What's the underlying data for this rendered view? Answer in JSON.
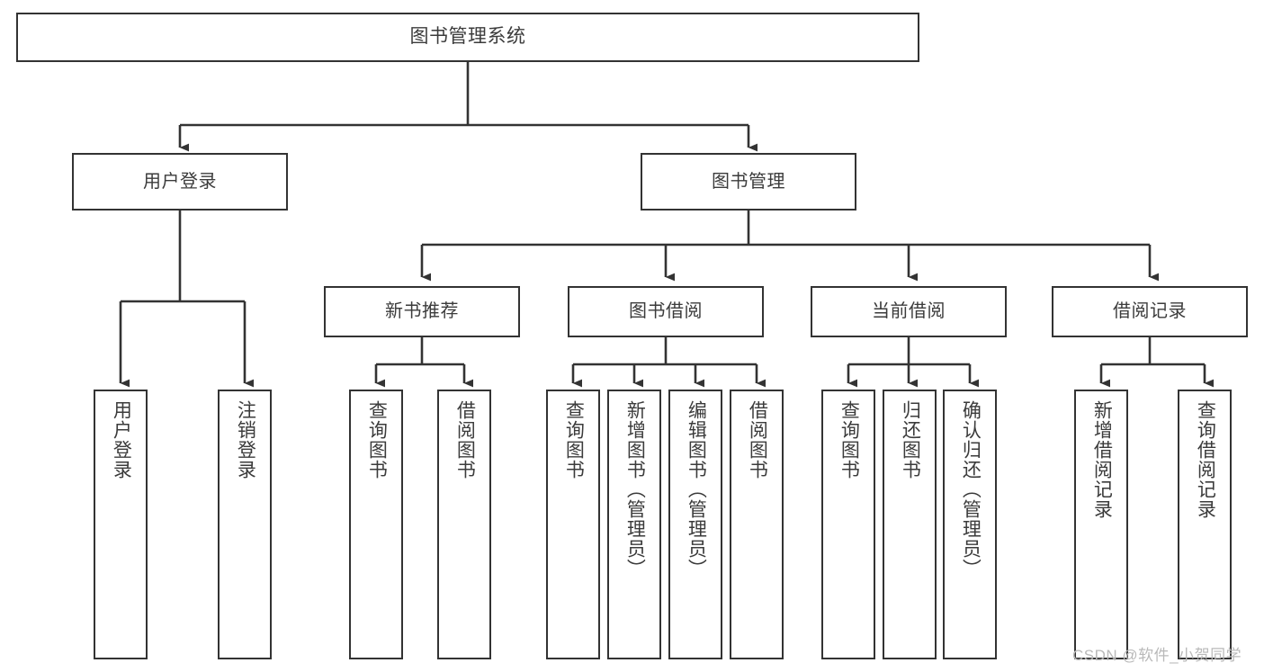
{
  "diagram": {
    "title": "图书管理系统",
    "type": "tree-hierarchy-diagram",
    "colors": {
      "background": "#ffffff",
      "box_border": "#333333",
      "box_fill": "#ffffff",
      "connector": "#333333",
      "text": "#3b3b3b",
      "watermark": "#b9b9b9"
    },
    "root": {
      "label": "图书管理系统"
    },
    "level2": [
      {
        "label": "用户登录"
      },
      {
        "label": "图书管理"
      }
    ],
    "level3": [
      {
        "label": "新书推荐"
      },
      {
        "label": "图书借阅"
      },
      {
        "label": "当前借阅"
      },
      {
        "label": "借阅记录"
      }
    ],
    "leaves": {
      "user_login": [
        {
          "label": "用户登录"
        },
        {
          "label": "注销登录"
        }
      ],
      "new_book_recommend": [
        {
          "label": "查询图书"
        },
        {
          "label": "借阅图书"
        }
      ],
      "book_borrow": [
        {
          "label": "查询图书"
        },
        {
          "label": "新增图书（管理员）"
        },
        {
          "label": "编辑图书（管理员）"
        },
        {
          "label": "借阅图书"
        }
      ],
      "current_borrow": [
        {
          "label": "查询图书"
        },
        {
          "label": "归还图书"
        },
        {
          "label": "确认归还（管理员）"
        }
      ],
      "borrow_record": [
        {
          "label": "新增借阅记录"
        },
        {
          "label": "查询借阅记录"
        }
      ]
    }
  },
  "watermark": {
    "text": "CSDN @软件_小贺同学"
  }
}
